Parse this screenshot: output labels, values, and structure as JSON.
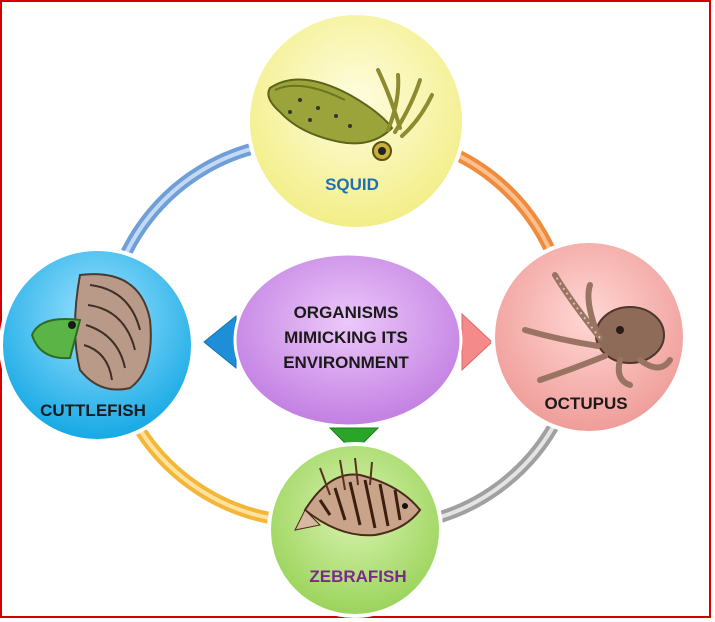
{
  "center": {
    "line1": "ORGANISMS",
    "line2": "MIMICKING ITS",
    "line3": "ENVIRONMENT",
    "fill": "#cc88e8"
  },
  "nodes": {
    "squid": {
      "label": "SQUID",
      "fill": "#f7f49a",
      "label_color": "#1f6fb5"
    },
    "octupus": {
      "label": "OCTUPUS",
      "fill": "#f4a8a4",
      "label_color": "#1a1a1a"
    },
    "zebrafish": {
      "label": "ZEBRAFISH",
      "fill": "#a8dc6a",
      "label_color": "#7a2a8a"
    },
    "cuttlefish": {
      "label": "CUTTLEFISH",
      "fill": "#3bb8ea",
      "label_color": "#1a1a1a"
    }
  },
  "ring_colors": {
    "top_right": "#f08a3c",
    "bottom_right": "#a9a9a9",
    "bottom_left": "#f4b636",
    "top_left": "#6f9ed8"
  },
  "arrow_colors": {
    "up": "#f2ee1a",
    "right": "#f48a8a",
    "down": "#2aa52a",
    "left": "#1f8ed8"
  },
  "icons": [
    "squid-icon",
    "octopus-icon",
    "zebrafish-icon",
    "cuttlefish-icon"
  ]
}
